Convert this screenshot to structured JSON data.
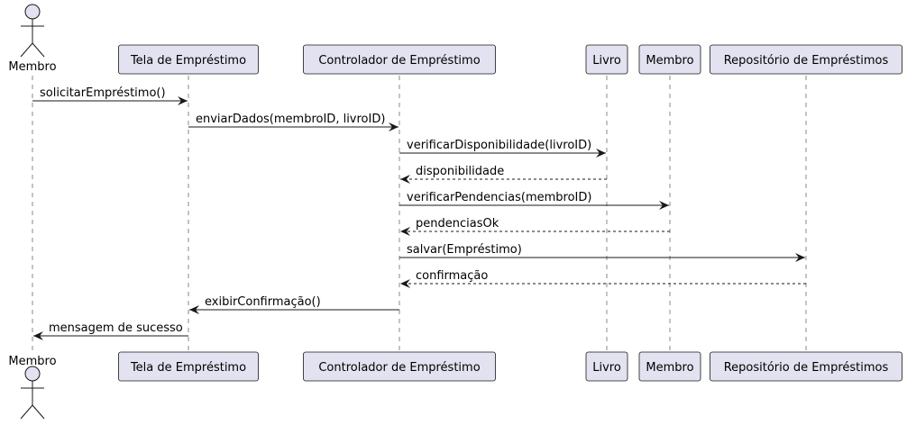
{
  "diagram": {
    "colors": {
      "participant_fill": "#E2E2F0",
      "participant_stroke": "#181818",
      "lifeline": "#888888",
      "arrow": "#181818"
    },
    "participants": [
      {
        "id": "membro",
        "label": "Membro",
        "kind": "actor"
      },
      {
        "id": "tela",
        "label": "Tela de Empréstimo",
        "kind": "participant"
      },
      {
        "id": "controlador",
        "label": "Controlador de Empréstimo",
        "kind": "participant"
      },
      {
        "id": "livro",
        "label": "Livro",
        "kind": "participant"
      },
      {
        "id": "membro_obj",
        "label": "Membro",
        "kind": "participant"
      },
      {
        "id": "repositorio",
        "label": "Repositório de Empréstimos",
        "kind": "participant"
      }
    ],
    "messages": [
      {
        "from": "membro",
        "to": "tela",
        "label": "solicitarEmpréstimo()",
        "style": "solid"
      },
      {
        "from": "tela",
        "to": "controlador",
        "label": "enviarDados(membroID, livroID)",
        "style": "solid"
      },
      {
        "from": "controlador",
        "to": "livro",
        "label": "verificarDisponibilidade(livroID)",
        "style": "solid"
      },
      {
        "from": "livro",
        "to": "controlador",
        "label": "disponibilidade",
        "style": "dashed"
      },
      {
        "from": "controlador",
        "to": "membro_obj",
        "label": "verificarPendencias(membroID)",
        "style": "solid"
      },
      {
        "from": "membro_obj",
        "to": "controlador",
        "label": "pendenciasOk",
        "style": "dashed"
      },
      {
        "from": "controlador",
        "to": "repositorio",
        "label": "salvar(Empréstimo)",
        "style": "solid"
      },
      {
        "from": "repositorio",
        "to": "controlador",
        "label": "confirmação",
        "style": "dashed"
      },
      {
        "from": "controlador",
        "to": "tela",
        "label": "exibirConfirmação()",
        "style": "solid"
      },
      {
        "from": "tela",
        "to": "membro",
        "label": "mensagem de sucesso",
        "style": "solid"
      }
    ]
  }
}
